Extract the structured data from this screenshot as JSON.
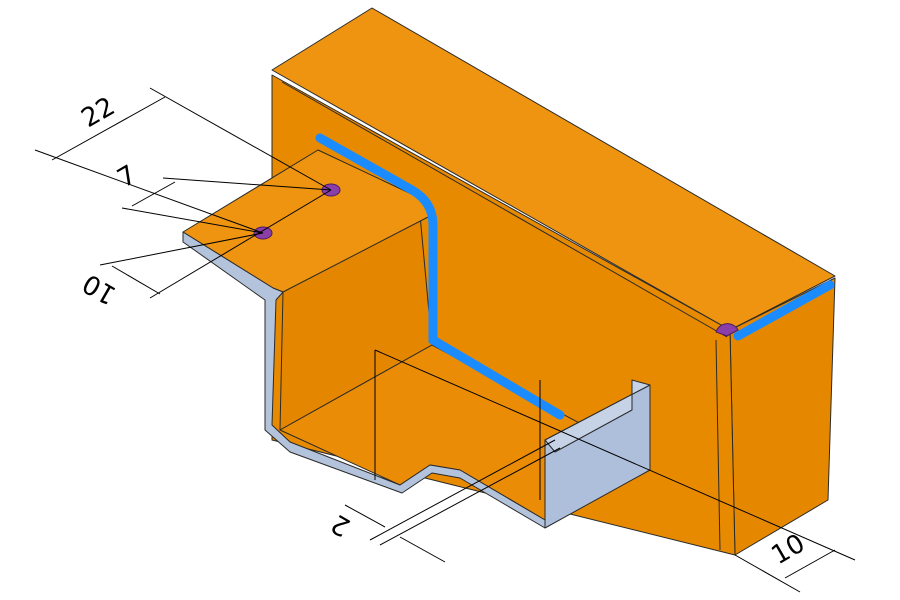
{
  "drawing": {
    "colors": {
      "body": "#E88A00",
      "body_light": "#F09A1E",
      "sheet_edge": "#B4C3DC",
      "highlight_edge": "#1A8CFF",
      "point": "#8A3FA8"
    },
    "dimensions": [
      {
        "id": "flange-length",
        "value": "22"
      },
      {
        "id": "hole-offset",
        "value": "7"
      },
      {
        "id": "flange-width",
        "value": "10"
      },
      {
        "id": "gap",
        "value": "2"
      },
      {
        "id": "side-depth",
        "value": "10"
      }
    ]
  }
}
